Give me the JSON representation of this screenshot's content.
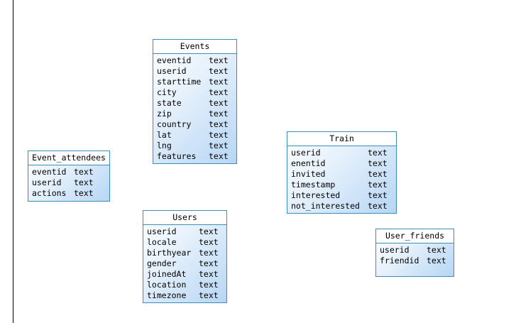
{
  "entities": {
    "events": {
      "name": "Events",
      "fields": [
        {
          "name": "eventid",
          "type": "text"
        },
        {
          "name": "userid",
          "type": "text"
        },
        {
          "name": "starttime",
          "type": "text"
        },
        {
          "name": "city",
          "type": "text"
        },
        {
          "name": "state",
          "type": "text"
        },
        {
          "name": "zip",
          "type": "text"
        },
        {
          "name": "country",
          "type": "text"
        },
        {
          "name": "lat",
          "type": "text"
        },
        {
          "name": "lng",
          "type": "text"
        },
        {
          "name": "features",
          "type": "text"
        }
      ]
    },
    "event_attendees": {
      "name": "Event_attendees",
      "fields": [
        {
          "name": "eventid",
          "type": "text"
        },
        {
          "name": "userid",
          "type": "text"
        },
        {
          "name": "actions",
          "type": "text"
        }
      ]
    },
    "train": {
      "name": "Train",
      "fields": [
        {
          "name": "userid",
          "type": "text"
        },
        {
          "name": "enentid",
          "type": "text"
        },
        {
          "name": "invited",
          "type": "text"
        },
        {
          "name": "timestamp",
          "type": "text"
        },
        {
          "name": "interested",
          "type": "text"
        },
        {
          "name": "not_interested",
          "type": "text"
        }
      ]
    },
    "users": {
      "name": "Users",
      "fields": [
        {
          "name": "userid",
          "type": "text"
        },
        {
          "name": "locale",
          "type": "text"
        },
        {
          "name": "birthyear",
          "type": "text"
        },
        {
          "name": "gender",
          "type": "text"
        },
        {
          "name": "joinedAt",
          "type": "text"
        },
        {
          "name": "location",
          "type": "text"
        },
        {
          "name": "timezone",
          "type": "text"
        }
      ]
    },
    "user_friends": {
      "name": "User_friends",
      "fields": [
        {
          "name": "userid",
          "type": "text"
        },
        {
          "name": "friendid",
          "type": "text"
        }
      ]
    }
  },
  "colors": {
    "entity_border": "#3a8fb7",
    "entity_fill_light": "#ffffff",
    "entity_fill_dark": "#b7d6f4"
  }
}
